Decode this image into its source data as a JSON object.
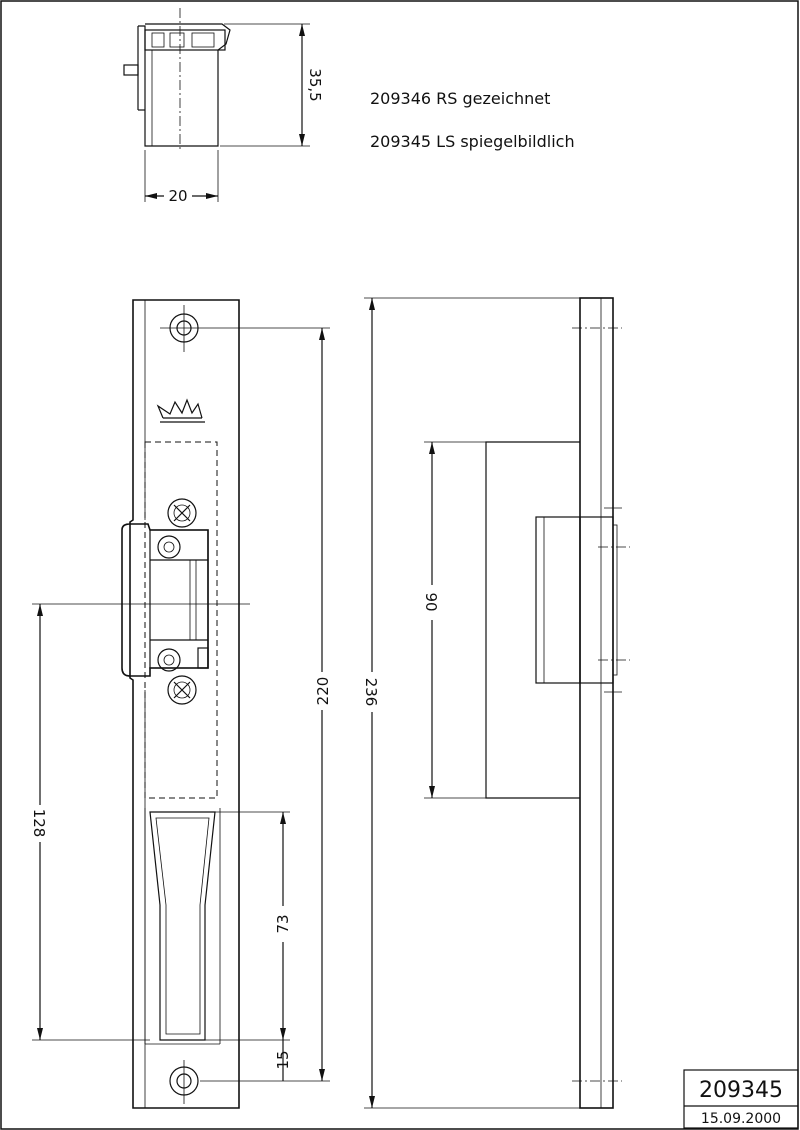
{
  "notes": {
    "line1": "209346 RS gezeichnet",
    "line2": "209345 LS spiegelbildlich"
  },
  "dimensions": {
    "top_width": "20",
    "top_height": "35,5",
    "length_220": "220",
    "length_236": "236",
    "length_128": "128",
    "length_90": "90",
    "length_73": "73",
    "length_15": "15"
  },
  "title_block": {
    "number": "209345",
    "date": "15.09.2000"
  }
}
